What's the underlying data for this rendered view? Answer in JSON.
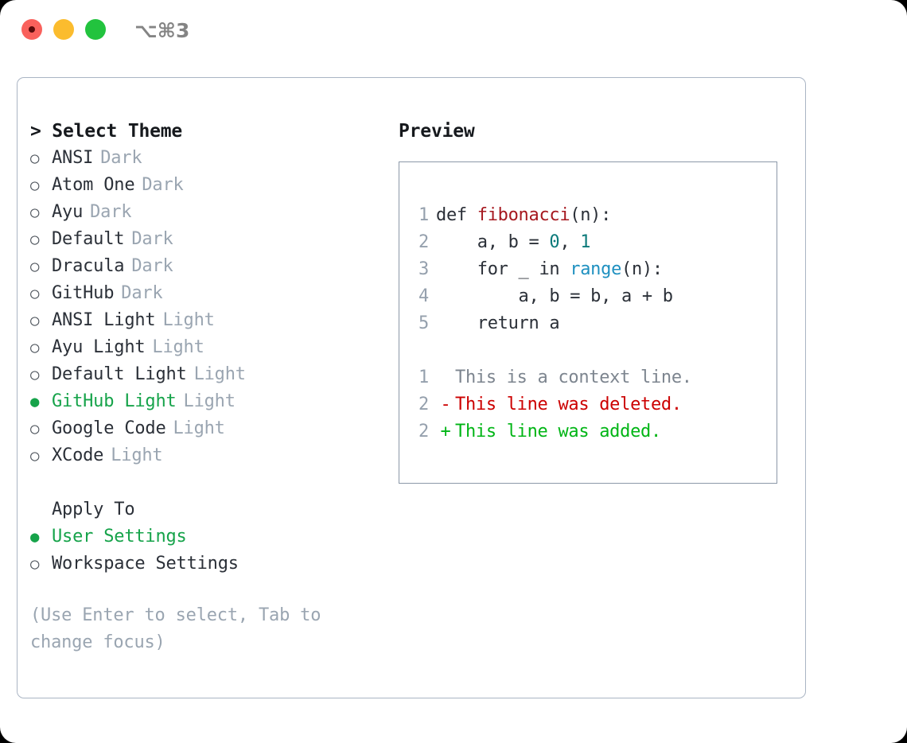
{
  "titlebar": {
    "shortcut": "⌥⌘3",
    "buttons": [
      {
        "name": "close",
        "color": "#f9615c"
      },
      {
        "name": "minimize",
        "color": "#fbbc2e"
      },
      {
        "name": "maximize",
        "color": "#22c33e"
      }
    ]
  },
  "theme_picker": {
    "header": "> Select Theme",
    "options": [
      {
        "bullet": "○",
        "label": "ANSI",
        "tag": "Dark",
        "selected": false
      },
      {
        "bullet": "○",
        "label": "Atom One",
        "tag": "Dark",
        "selected": false
      },
      {
        "bullet": "○",
        "label": "Ayu",
        "tag": "Dark",
        "selected": false
      },
      {
        "bullet": "○",
        "label": "Default",
        "tag": "Dark",
        "selected": false
      },
      {
        "bullet": "○",
        "label": "Dracula",
        "tag": "Dark",
        "selected": false
      },
      {
        "bullet": "○",
        "label": "GitHub",
        "tag": "Dark",
        "selected": false
      },
      {
        "bullet": "○",
        "label": "ANSI Light",
        "tag": "Light",
        "selected": false
      },
      {
        "bullet": "○",
        "label": "Ayu Light",
        "tag": "Light",
        "selected": false
      },
      {
        "bullet": "○",
        "label": "Default Light",
        "tag": "Light",
        "selected": false
      },
      {
        "bullet": "●",
        "label": "GitHub Light",
        "tag": "Light",
        "selected": true
      },
      {
        "bullet": "○",
        "label": "Google Code",
        "tag": "Light",
        "selected": false
      },
      {
        "bullet": "○",
        "label": "XCode",
        "tag": "Light",
        "selected": false
      }
    ]
  },
  "apply_to": {
    "header": "Apply To",
    "options": [
      {
        "bullet": "●",
        "label": "User Settings",
        "selected": true
      },
      {
        "bullet": "○",
        "label": "Workspace Settings",
        "selected": false
      }
    ]
  },
  "hint": "(Use Enter to select, Tab to change focus)",
  "preview": {
    "title": "Preview",
    "code": [
      {
        "ln": "1",
        "segments": [
          {
            "text": "def ",
            "cls": "code-text"
          },
          {
            "text": "fibonacci",
            "cls": "tok-fn"
          },
          {
            "text": "(n):",
            "cls": "code-text"
          }
        ]
      },
      {
        "ln": "2",
        "segments": [
          {
            "text": "    a, b = ",
            "cls": "code-text"
          },
          {
            "text": "0",
            "cls": "tok-num"
          },
          {
            "text": ", ",
            "cls": "code-text"
          },
          {
            "text": "1",
            "cls": "tok-num"
          }
        ]
      },
      {
        "ln": "3",
        "segments": [
          {
            "text": "    for _ in ",
            "cls": "code-text"
          },
          {
            "text": "range",
            "cls": "tok-call"
          },
          {
            "text": "(n):",
            "cls": "code-text"
          }
        ]
      },
      {
        "ln": "4",
        "segments": [
          {
            "text": "        a, b = b, a + b",
            "cls": "code-text"
          }
        ]
      },
      {
        "ln": "5",
        "segments": [
          {
            "text": "    return a",
            "cls": "code-text"
          }
        ]
      }
    ],
    "diff": [
      {
        "ln": "1",
        "sign": " ",
        "text": "This is a context line.",
        "kind": "context"
      },
      {
        "ln": "2",
        "sign": "-",
        "text": "This line was deleted.",
        "kind": "deleted"
      },
      {
        "ln": "2",
        "sign": "+",
        "text": "This line was added.",
        "kind": "added"
      }
    ]
  },
  "colors": {
    "accent_green": "#16a34a",
    "tag_gray": "#9aa5b1",
    "panel_border": "#aab5c4",
    "preview_border": "#8b98a8",
    "diff_deleted": "#cc0000",
    "diff_added": "#00b515",
    "code_function": "#a6181f",
    "code_number": "#0b7a7a",
    "code_builtin": "#1e90c0"
  }
}
